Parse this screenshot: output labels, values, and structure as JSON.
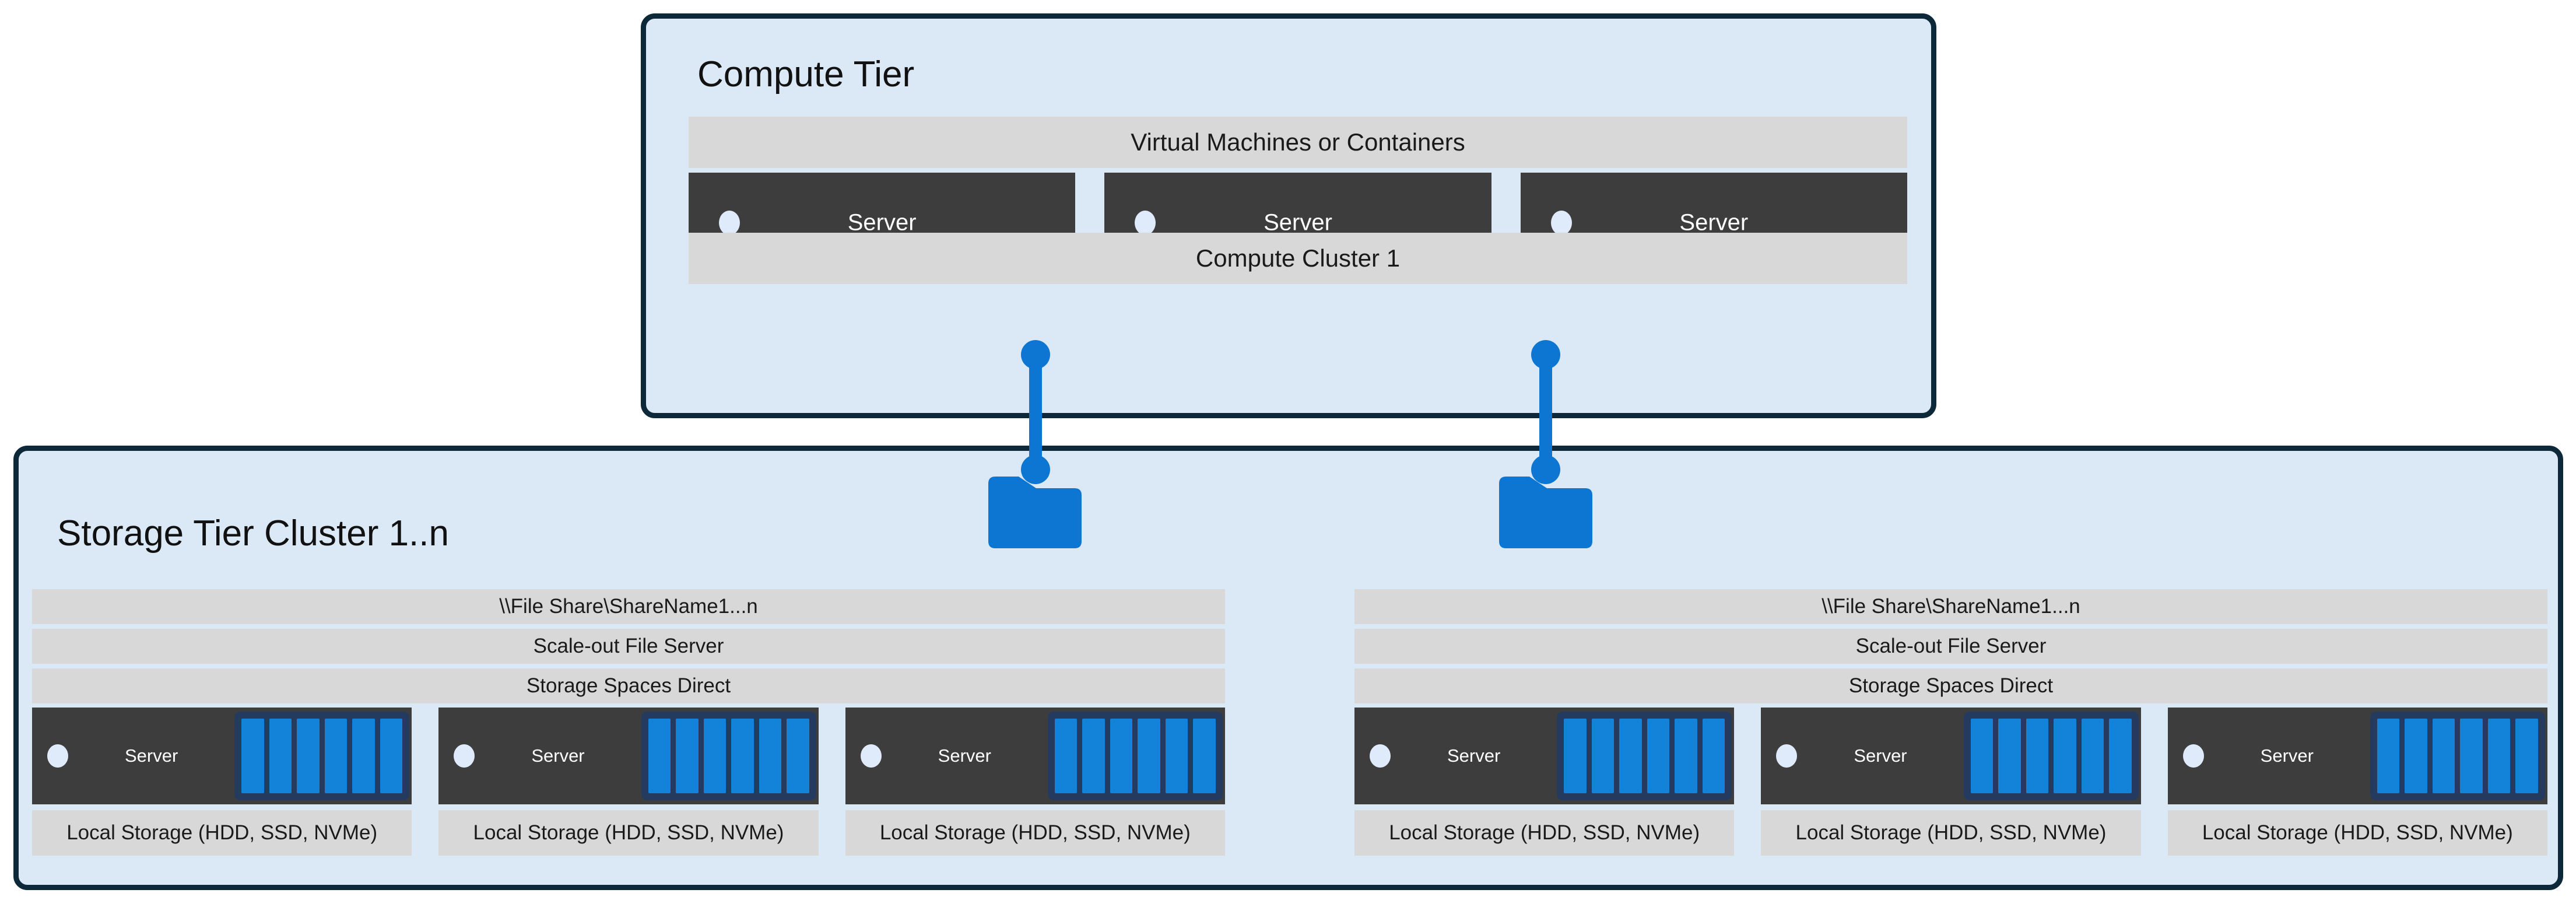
{
  "colors": {
    "tier_fill": "#dbe9f7",
    "tier_border": "#0d2838",
    "bar_gray": "#d8d8d8",
    "server_dark": "#3d3d3d",
    "server_text": "#ffffff",
    "accent_blue": "#0d76d2",
    "disk_blue": "#1283d8",
    "disk_frame_navy": "#243a5e",
    "dot_light": "#dfeafa"
  },
  "icons": {
    "folder": "folder-icon",
    "server_dot": "server-dot-icon",
    "disk_array": "disk-array-icon",
    "connector": "connector-line"
  },
  "compute_tier": {
    "title": "Compute Tier",
    "top_bar": "Virtual Machines or Containers",
    "servers": [
      "Server",
      "Server",
      "Server"
    ],
    "bottom_bar": "Compute Cluster 1"
  },
  "storage_tier": {
    "title": "Storage Tier Cluster 1..n",
    "clusters": [
      {
        "bars": [
          "\\\\File Share\\ShareName1...n",
          "Scale-out File Server",
          "Storage Spaces Direct"
        ],
        "nodes": [
          {
            "label": "Server",
            "storage_label": "Local Storage (HDD, SSD, NVMe)"
          },
          {
            "label": "Server",
            "storage_label": "Local Storage (HDD, SSD, NVMe)"
          },
          {
            "label": "Server",
            "storage_label": "Local Storage (HDD, SSD, NVMe)"
          }
        ]
      },
      {
        "bars": [
          "\\\\File Share\\ShareName1...n",
          "Scale-out File Server",
          "Storage Spaces Direct"
        ],
        "nodes": [
          {
            "label": "Server",
            "storage_label": "Local Storage (HDD, SSD, NVMe)"
          },
          {
            "label": "Server",
            "storage_label": "Local Storage (HDD, SSD, NVMe)"
          },
          {
            "label": "Server",
            "storage_label": "Local Storage (HDD, SSD, NVMe)"
          }
        ]
      }
    ]
  }
}
